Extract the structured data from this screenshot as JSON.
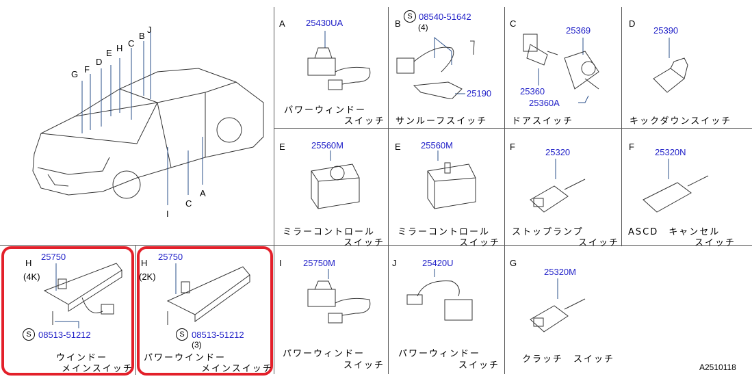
{
  "car_labels": [
    "B",
    "J",
    "C",
    "E",
    "H",
    "D",
    "F",
    "G",
    "I",
    "C",
    "A"
  ],
  "cells": [
    {
      "letter": "A",
      "parts": [
        "25430UA"
      ],
      "name1": "パワーウィンドー",
      "name2": "スイッチ"
    },
    {
      "letter": "B",
      "parts": [
        "08540-51642",
        "(4)",
        "25190"
      ],
      "name1": "サンルーフスイッチ",
      "name2": ""
    },
    {
      "letter": "C",
      "parts": [
        "25369",
        "25360",
        "25360A"
      ],
      "name1": "ドアスイッチ",
      "name2": ""
    },
    {
      "letter": "D",
      "parts": [
        "25390"
      ],
      "name1": "キックダウンスイッチ",
      "name2": ""
    },
    {
      "letter": "E",
      "parts": [
        "25560M"
      ],
      "name1": "ミラーコントロール",
      "name2": "スイッチ"
    },
    {
      "letter": "E",
      "parts": [
        "25560M"
      ],
      "name1": "ミラーコントロール",
      "name2": "スイッチ"
    },
    {
      "letter": "F",
      "parts": [
        "25320"
      ],
      "name1": "ストップランプ",
      "name2": "スイッチ"
    },
    {
      "letter": "F",
      "parts": [
        "25320N"
      ],
      "name1": "ASCD　キャンセル",
      "name2": "スイッチ"
    },
    {
      "letter": "I",
      "parts": [
        "25750M"
      ],
      "name1": "パワーウィンドー",
      "name2": "スイッチ"
    },
    {
      "letter": "J",
      "parts": [
        "25420U"
      ],
      "name1": "パワーウィンドー",
      "name2": "スイッチ"
    },
    {
      "letter": "G",
      "parts": [
        "25320M"
      ],
      "name1": "クラッチ　スイッチ",
      "name2": ""
    }
  ],
  "main_switches": [
    {
      "letter": "H",
      "variant": "(4K)",
      "part": "25750",
      "screw": "08513-51212",
      "qty": "",
      "name1": "ウインドー",
      "name2": "メインスイッチ"
    },
    {
      "letter": "H",
      "variant": "(2K)",
      "part": "25750",
      "screw": "08513-51212",
      "qty": "(3)",
      "name1": "パワーウインドー",
      "name2": "メインスイッチ"
    }
  ],
  "screw_symbol": "S",
  "diagram_id": "A2510118",
  "colors": {
    "part_number": "#2020c8",
    "highlight": "#e3202a"
  }
}
